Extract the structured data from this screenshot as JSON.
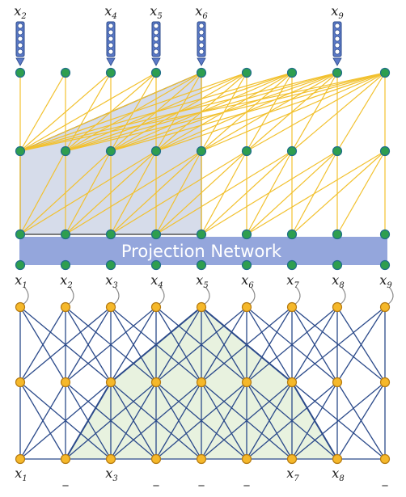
{
  "projection_label": "Projection Network",
  "input_vectors": [
    {
      "name": "x",
      "sub": "2"
    },
    {
      "name": "x",
      "sub": "4"
    },
    {
      "name": "x",
      "sub": "5"
    },
    {
      "name": "x",
      "sub": "6"
    },
    {
      "name": "x",
      "sub": "9"
    }
  ],
  "mid_labels": [
    {
      "name": "x",
      "sub": "1"
    },
    {
      "name": "x",
      "sub": "2"
    },
    {
      "name": "x",
      "sub": "3"
    },
    {
      "name": "x",
      "sub": "4"
    },
    {
      "name": "x",
      "sub": "5"
    },
    {
      "name": "x",
      "sub": "6"
    },
    {
      "name": "x",
      "sub": "7"
    },
    {
      "name": "x",
      "sub": "8"
    },
    {
      "name": "x",
      "sub": "9"
    }
  ],
  "bottom_labels": [
    {
      "name": "x",
      "sub": "1"
    },
    {
      "name": "",
      "sub": "",
      "blank": "_"
    },
    {
      "name": "x",
      "sub": "3"
    },
    {
      "name": "",
      "sub": "",
      "blank": "_"
    },
    {
      "name": "",
      "sub": "",
      "blank": "_"
    },
    {
      "name": "",
      "sub": "",
      "blank": "_"
    },
    {
      "name": "x",
      "sub": "7"
    },
    {
      "name": "x",
      "sub": "8"
    },
    {
      "name": "",
      "sub": "",
      "blank": "_"
    }
  ],
  "colors": {
    "green_node": "#2e9e4f",
    "green_node_stroke": "#1f6e8a",
    "yellow_edge": "#f2c12e",
    "orange_node": "#f5b82a",
    "orange_node_stroke": "#b57a10",
    "blue_edge": "#2b4a8a",
    "projection_bar": "#94a6dc",
    "upper_shade": "#d6dcea",
    "lower_shade": "#e8f2df",
    "vector_fill": "#5b79c7",
    "curve": "#888888"
  }
}
